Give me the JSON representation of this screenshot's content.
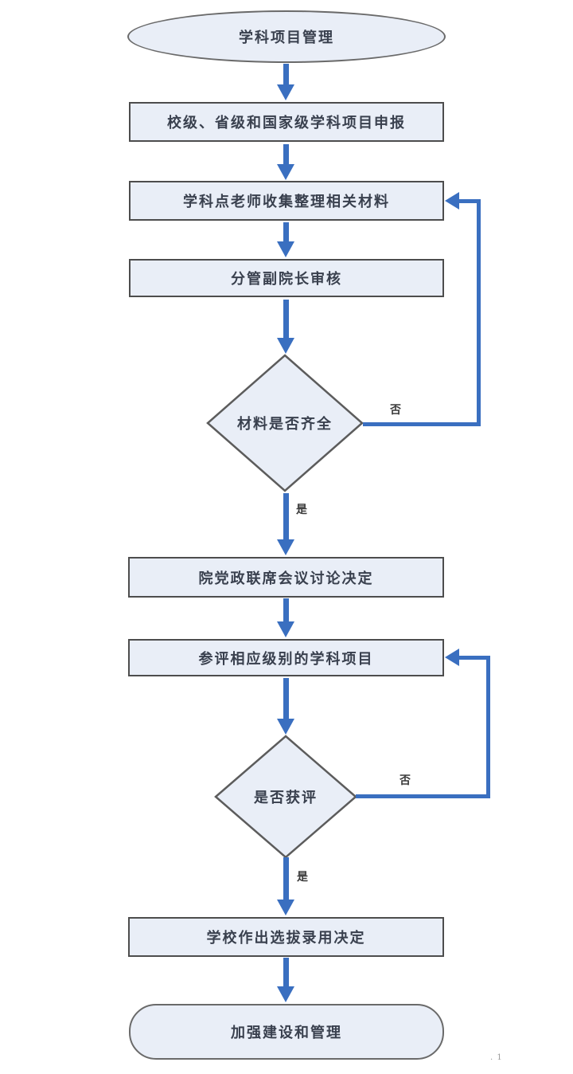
{
  "colors": {
    "arrow_blue": "#3a6fc0",
    "shape_fill": "#e9eef7",
    "box_border": "#4d4d4d",
    "terminator_border": "#6a6a6a",
    "text_color": "#39404e",
    "page_bg": "#ffffff"
  },
  "flowchart": {
    "start": "学科项目管理",
    "steps": {
      "apply": "校级、省级和国家级学科项目申报",
      "collect": "学科点老师收集整理相关材料",
      "review": "分管副院长审核",
      "meeting": "院党政联席会议讨论决定",
      "evaluate": "参评相应级别的学科项目",
      "selection": "学校作出选拔录用决定"
    },
    "decisions": {
      "materials_complete": "材料是否齐全",
      "awarded": "是否获评"
    },
    "branch_labels": {
      "yes": "是",
      "no": "否"
    },
    "end": "加强建设和管理"
  },
  "artifact": ". 1"
}
